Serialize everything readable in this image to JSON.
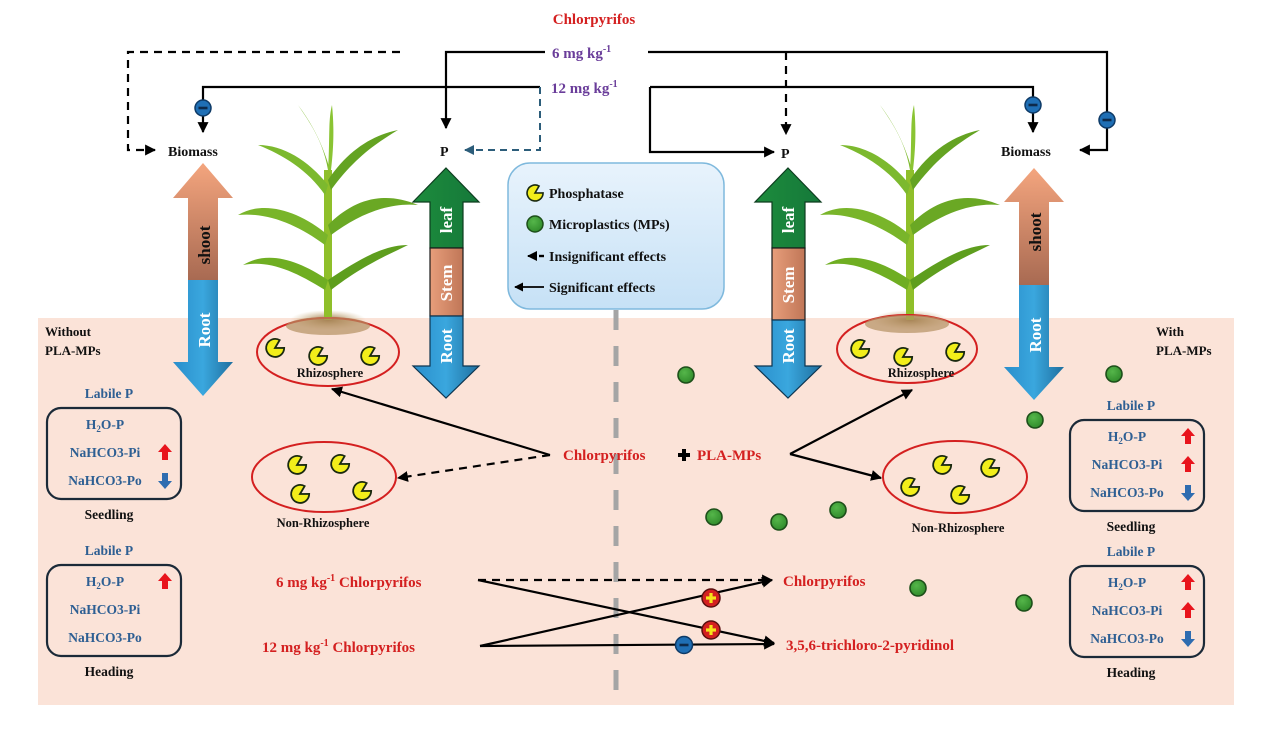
{
  "top": {
    "title": "Chlorpyrifos",
    "dose_low": "6 mg kg",
    "dose_low_sup": "-1",
    "dose_high": "12 mg kg",
    "dose_high_sup": "-1"
  },
  "targets": {
    "biomass_left": "Biomass",
    "p_left": "P",
    "p_right": "P",
    "biomass_right": "Biomass"
  },
  "arrows": {
    "shoot": "shoot",
    "root": "Root",
    "leaf": "leaf",
    "stem": "Stem"
  },
  "legend": {
    "items": [
      {
        "icon": "phosphatase-icon",
        "label": "Phosphatase"
      },
      {
        "icon": "microplastic-icon",
        "label": "Microplastics (MPs)"
      },
      {
        "icon": "dashed-arrow-icon",
        "label": "Insignificant effects"
      },
      {
        "icon": "solid-arrow-icon",
        "label": "Significant effects"
      }
    ]
  },
  "panels": {
    "left_title_1": "Without",
    "left_title_2": "PLA-MPs",
    "right_title_1": "With",
    "right_title_2": "PLA-MPs"
  },
  "zones": {
    "rhizosphere": "Rhizosphere",
    "non_rhizosphere": "Non-Rhizosphere"
  },
  "center": {
    "chlorpyrifos": "Chlorpyrifos",
    "plus": "+",
    "pla_mps": "PLA-MPs"
  },
  "labile_boxes": {
    "left_seedling": {
      "title": "Labile P",
      "stage": "Seedling",
      "rows": [
        {
          "label": "H2O-P",
          "trend": "none"
        },
        {
          "label": "NaHCO3-Pi",
          "trend": "up"
        },
        {
          "label": "NaHCO3-Po",
          "trend": "down"
        }
      ]
    },
    "left_heading": {
      "title": "Labile P",
      "stage": "Heading",
      "rows": [
        {
          "label": "H2O-P",
          "trend": "up"
        },
        {
          "label": "NaHCO3-Pi",
          "trend": "none"
        },
        {
          "label": "NaHCO3-Po",
          "trend": "none"
        }
      ]
    },
    "right_seedling": {
      "title": "Labile P",
      "stage": "Seedling",
      "rows": [
        {
          "label": "H2O-P",
          "trend": "up"
        },
        {
          "label": "NaHCO3-Pi",
          "trend": "up"
        },
        {
          "label": "NaHCO3-Po",
          "trend": "down"
        }
      ]
    },
    "right_heading": {
      "title": "Labile P",
      "stage": "Heading",
      "rows": [
        {
          "label": "H2O-P",
          "trend": "up"
        },
        {
          "label": "NaHCO3-Pi",
          "trend": "up"
        },
        {
          "label": "NaHCO3-Po",
          "trend": "down"
        }
      ]
    }
  },
  "degradation": {
    "source_low": "6 mg kg",
    "source_low_sup": "-1",
    "source_low_suffix": " Chlorpyrifos",
    "source_high": "12 mg kg",
    "source_high_sup": "-1",
    "source_high_suffix": " Chlorpyrifos",
    "product_parent": "Chlorpyrifos",
    "product_metabolite": "3,5,6-trichloro-2-pyridinol"
  },
  "colors": {
    "soil_bg": "#fbe3d8",
    "legend_bg": "#d6e9f8",
    "effect_negative": "#1f6fb5",
    "effect_positive": "#d42020",
    "microplastic": "#3f9e35",
    "phosphatase": "#f2ee1a",
    "zone_ring": "#d42020"
  }
}
